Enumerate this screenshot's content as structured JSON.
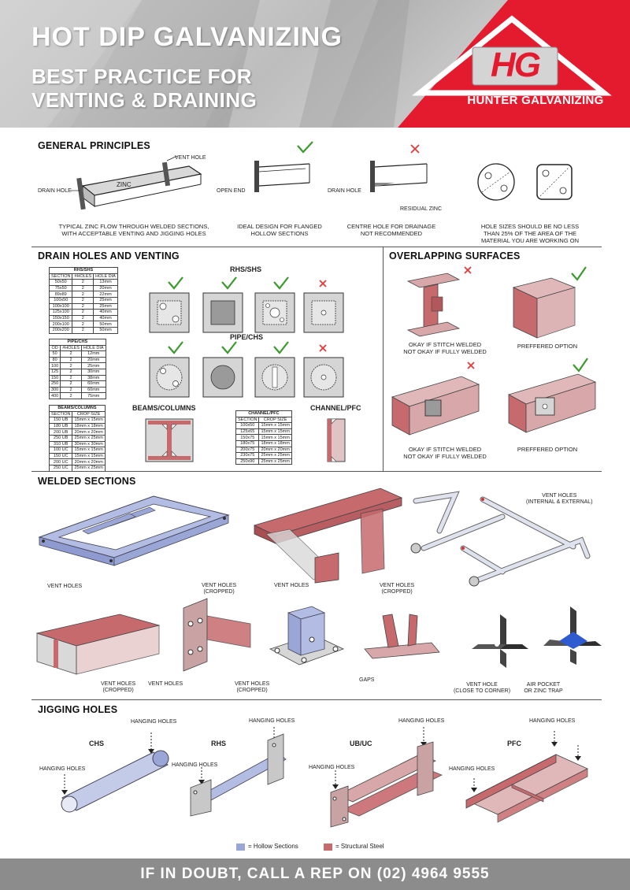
{
  "header": {
    "title": "HOT DIP GALVANIZING",
    "subtitle_line1": "BEST PRACTICE FOR",
    "subtitle_line2": "VENTING & DRAINING",
    "logo_initials": "HG",
    "company": "HUNTER GALVANIZING"
  },
  "colors": {
    "red": "#e41b2f",
    "hollow": "#9aa6d6",
    "structural": "#c76a6e",
    "check": "#3a9a2c",
    "cross": "#e23a3a"
  },
  "general": {
    "title": "GENERAL PRINCIPLES",
    "fig1": {
      "vent": "VENT HOLE",
      "drain": "DRAIN HOLE",
      "zinc": "ZINC",
      "caption_l1": "TYPICAL ZINC FLOW THROUGH WELDED SECTIONS,",
      "caption_l2": "WITH ACCEPTABLE VENTING AND JIGGING HOLES"
    },
    "fig2": {
      "open_end": "OPEN END",
      "caption_l1": "IDEAL DESIGN FOR FLANGED",
      "caption_l2": "HOLLOW SECTIONS"
    },
    "fig3": {
      "drain": "DRAIN HOLE",
      "residual": "RESIDUAL ZINC",
      "caption_l1": "CENTRE HOLE FOR DRAINAGE",
      "caption_l2": "NOT RECOMMENDED"
    },
    "fig4": {
      "caption_l1": "HOLE SIZES SHOULD BE NO LESS",
      "caption_l2": "THAN 25% OF THE AREA OF THE",
      "caption_l3": "MATERIAL YOU ARE WORKING ON"
    }
  },
  "drain": {
    "title": "DRAIN HOLES AND VENTING",
    "rhs_label": "RHS/SHS",
    "pipe_label": "PIPE/CHS",
    "beams_label": "BEAMS/COLUMNS",
    "channel_label": "CHANNEL/PFC",
    "rhs_table": {
      "title": "RHS/SHS",
      "headers": [
        "SECTION",
        "#HOLES",
        "HOLE DIA"
      ],
      "rows": [
        [
          "50x50",
          "2",
          "13mm"
        ],
        [
          "75x50",
          "2",
          "20mm"
        ],
        [
          "89x89",
          "2",
          "22mm"
        ],
        [
          "100x50",
          "2",
          "25mm"
        ],
        [
          "100x100",
          "2",
          "25mm"
        ],
        [
          "125x100",
          "2",
          "40mm"
        ],
        [
          "150x150",
          "2",
          "40mm"
        ],
        [
          "200x100",
          "2",
          "50mm"
        ],
        [
          "200x200",
          "2",
          "50mm"
        ]
      ]
    },
    "pipe_table": {
      "title": "PIPE/CHS",
      "headers": [
        "OD",
        "#HOLES",
        "HOLE DIA"
      ],
      "rows": [
        [
          "50",
          "2",
          "12mm"
        ],
        [
          "80",
          "2",
          "20mm"
        ],
        [
          "100",
          "2",
          "25mm"
        ],
        [
          "125",
          "2",
          "30mm"
        ],
        [
          "150",
          "2",
          "38mm"
        ],
        [
          "250",
          "2",
          "60mm"
        ],
        [
          "300",
          "2",
          "60mm"
        ],
        [
          "400",
          "2",
          "75mm"
        ]
      ]
    },
    "beams_table": {
      "title": "BEAMS/COLUMNS",
      "headers": [
        "SECTION",
        "CROP SIZE"
      ],
      "rows": [
        [
          "150 UB",
          "15mm x 15mm"
        ],
        [
          "180 UB",
          "18mm x 18mm"
        ],
        [
          "200 UB",
          "20mm x 20mm"
        ],
        [
          "250 UB",
          "25mm x 25mm"
        ],
        [
          "310 UB",
          "30mm x 30mm"
        ],
        [
          "100 UC",
          "15mm x 15mm"
        ],
        [
          "150 UC",
          "15mm x 15mm"
        ],
        [
          "200 UC",
          "20mm x 20mm"
        ],
        [
          "250 UC",
          "25mm x 25mm"
        ]
      ]
    },
    "channel_table": {
      "title": "CHANNEL/PFC",
      "headers": [
        "SECTION",
        "CROP SIZE"
      ],
      "rows": [
        [
          "100x50",
          "15mm x 15mm"
        ],
        [
          "125x65",
          "15mm x 15mm"
        ],
        [
          "150x75",
          "15mm x 15mm"
        ],
        [
          "180x75",
          "18mm x 18mm"
        ],
        [
          "200x75",
          "20mm x 20mm"
        ],
        [
          "230x75",
          "25mm x 25mm"
        ],
        [
          "250x90",
          "25mm x 25mm"
        ]
      ]
    }
  },
  "overlap": {
    "title": "OVERLAPPING SURFACES",
    "cap_a_l1": "OKAY IF STITCH WELDED",
    "cap_a_l2": "NOT OKAY IF FULLY WELDED",
    "cap_b": "PREFFERED OPTION",
    "cap_c_l1": "OKAY IF STITCH WELDED",
    "cap_c_l2": "NOT OKAY IF FULLY WELDED",
    "cap_d": "PREFFERED OPTION"
  },
  "welded": {
    "title": "WELDED SECTIONS",
    "vent_holes": "VENT HOLES",
    "vent_holes_cropped_l1": "VENT HOLES",
    "vent_holes_cropped_l2": "(CROPPED)",
    "vent_int_ext_l1": "VENT HOLES",
    "vent_int_ext_l2": "(INTERNAL & EXTERNAL)",
    "gaps": "GAPS",
    "vent_corner_l1": "VENT HOLE",
    "vent_corner_l2": "(CLOSE TO CORNER)",
    "air_pocket_l1": "AIR POCKET",
    "air_pocket_l2": "OR ZINC TRAP"
  },
  "jigging": {
    "title": "JIGGING HOLES",
    "hanging": "HANGING HOLES",
    "chs": "CHS",
    "rhs": "RHS",
    "ubuc": "UB/UC",
    "pfc": "PFC"
  },
  "legend": {
    "hollow": "= Hollow Sections",
    "structural": "= Structural Steel"
  },
  "footer": {
    "text": "IF IN DOUBT, CALL A REP ON (02) 4964 9555"
  }
}
